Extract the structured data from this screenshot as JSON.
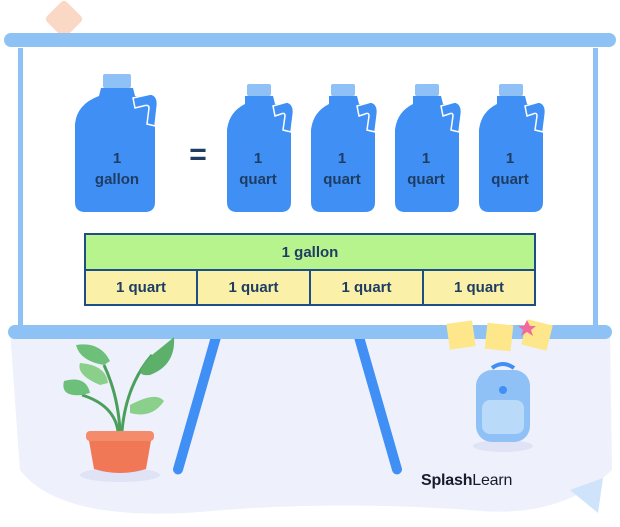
{
  "diagram": {
    "big_jug": {
      "line1": "1",
      "line2": "gallon"
    },
    "equals_sign": "=",
    "small_jugs": [
      {
        "line1": "1",
        "line2": "quart"
      },
      {
        "line1": "1",
        "line2": "quart"
      },
      {
        "line1": "1",
        "line2": "quart"
      },
      {
        "line1": "1",
        "line2": "quart"
      }
    ],
    "bar": {
      "whole": "1 gallon",
      "parts": [
        "1 quart",
        "1 quart",
        "1 quart",
        "1 quart"
      ]
    }
  },
  "brand": {
    "part1": "Splash",
    "part2": "Learn"
  },
  "colors": {
    "jug": "#3f8ff5",
    "jug_cap": "#8fc1f7",
    "board_frame": "#8ec2f5",
    "gallon_bar": "#b7f48e",
    "quart_bar": "#fbf0a8",
    "bar_border": "#1e4e87",
    "text": "#1f3d63"
  }
}
